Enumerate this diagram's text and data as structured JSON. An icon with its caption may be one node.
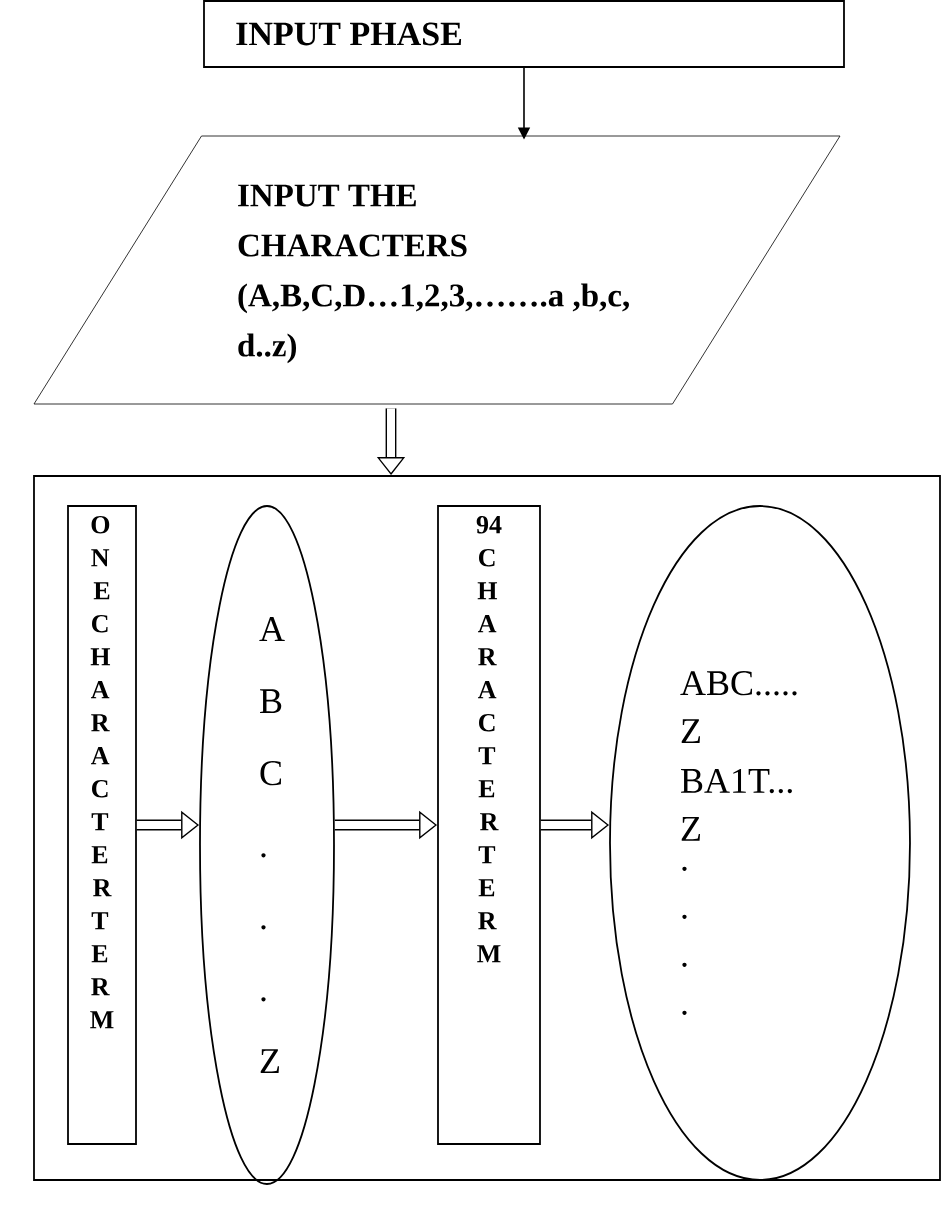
{
  "diagram": {
    "nodes": [
      {
        "text": [
          "INPUT PHASE"
        ]
      },
      {
        "text": [
          "INPUT THE CHARACTERS (A,B,C,D…1,2,3,…….a ,b,c, d..z)"
        ]
      },
      {
        "text": [],
        "shape": "box"
      },
      {
        "text": [
          "ONE CHARACTER TERM"
        ],
        "in": 2
      },
      {
        "text": [
          "A B C . . . Z"
        ],
        "in": 2
      },
      {
        "text": [
          "94 CHARACTER TERM"
        ],
        "in": 2
      },
      {
        "text": [
          "ABC..... Z",
          "BA1T... Z",
          ". . . ."
        ],
        "in": 2
      }
    ],
    "edges": [
      {
        "from": 0,
        "to": 1,
        "arrow": "to"
      },
      {
        "from": 1,
        "to": 2,
        "arrow": "to"
      },
      {
        "from": 3,
        "to": 4,
        "arrow": "to"
      },
      {
        "from": 4,
        "to": 5,
        "arrow": "to"
      },
      {
        "from": 5,
        "to": 6,
        "arrow": "to"
      }
    ]
  }
}
